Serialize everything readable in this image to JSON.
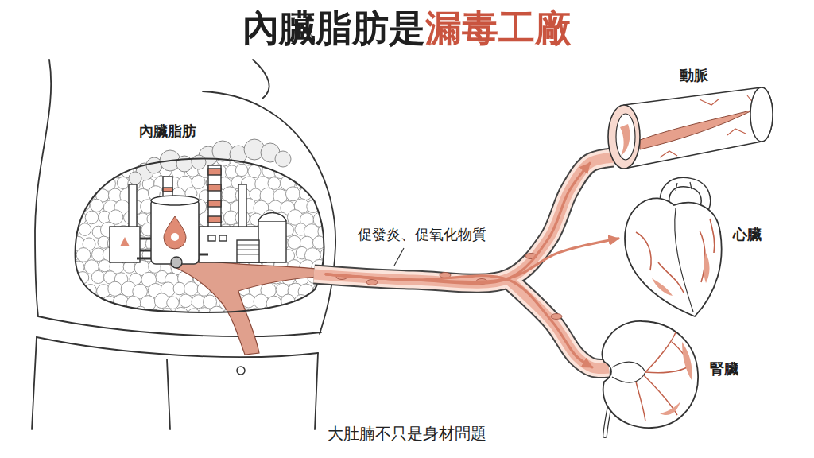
{
  "diagram": {
    "title": "內臟脂肪是漏毒工廠",
    "caption": "大肚腩不只是身材問題",
    "nodes": [
      {
        "text": [
          "內臟脂肪"
        ]
      },
      {
        "text": [
          "動脈"
        ]
      },
      {
        "text": [
          "心臟"
        ]
      },
      {
        "text": [
          "腎臟"
        ]
      }
    ],
    "edges": [
      {
        "from": 0,
        "to": 1,
        "arrow": "to"
      },
      {
        "from": 0,
        "to": 2,
        "arrow": "to"
      },
      {
        "from": 0,
        "to": 3,
        "arrow": "to"
      }
    ],
    "labels": [
      "促發炎、促氧化物質"
    ]
  }
}
